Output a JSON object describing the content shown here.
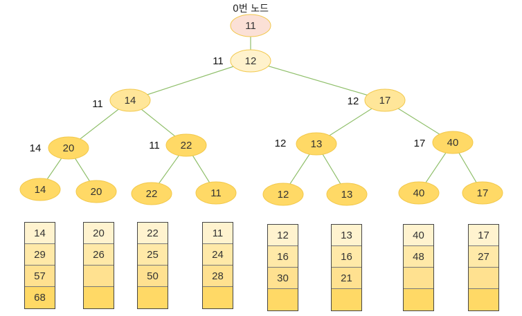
{
  "title": "0번 노드",
  "tree": {
    "root": {
      "value": "11",
      "color": "#fbe0d6"
    },
    "level1": {
      "value": "12",
      "side": "11",
      "color": "#fff2cc"
    },
    "level2": [
      {
        "value": "14",
        "side": "11",
        "color": "#ffe699"
      },
      {
        "value": "17",
        "side": "12",
        "color": "#ffe699"
      }
    ],
    "level3": [
      {
        "value": "20",
        "side": "14",
        "color": "#ffd966"
      },
      {
        "value": "22",
        "side": "11",
        "color": "#ffd966"
      },
      {
        "value": "13",
        "side": "12",
        "color": "#ffd966"
      },
      {
        "value": "40",
        "side": "17",
        "color": "#ffd966"
      }
    ],
    "leaves": [
      {
        "value": "14",
        "color": "#ffd966"
      },
      {
        "value": "20",
        "color": "#ffd966"
      },
      {
        "value": "22",
        "color": "#ffd966"
      },
      {
        "value": "11",
        "color": "#ffd966"
      },
      {
        "value": "12",
        "color": "#ffd966"
      },
      {
        "value": "13",
        "color": "#ffd966"
      },
      {
        "value": "40",
        "color": "#ffd966"
      },
      {
        "value": "17",
        "color": "#ffd966"
      }
    ],
    "edge_color": "#8fbf6a"
  },
  "stacks": [
    {
      "cells": [
        "14",
        "29",
        "57",
        "68"
      ]
    },
    {
      "cells": [
        "20",
        "26",
        "",
        ""
      ]
    },
    {
      "cells": [
        "22",
        "25",
        "50",
        ""
      ]
    },
    {
      "cells": [
        "11",
        "24",
        "28",
        ""
      ]
    },
    {
      "cells": [
        "12",
        "16",
        "30",
        ""
      ]
    },
    {
      "cells": [
        "13",
        "16",
        "21",
        ""
      ]
    },
    {
      "cells": [
        "40",
        "48",
        "",
        ""
      ]
    },
    {
      "cells": [
        "17",
        "27",
        "",
        ""
      ]
    }
  ]
}
